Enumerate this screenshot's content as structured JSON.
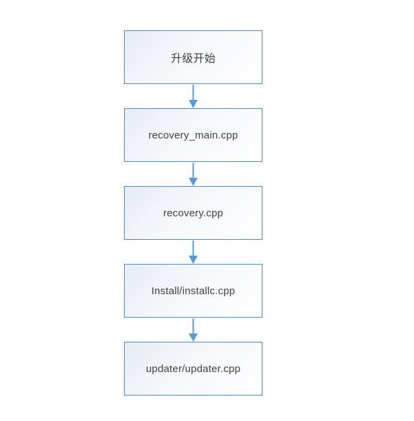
{
  "diagram": {
    "type": "flowchart",
    "direction": "top-down",
    "nodes": [
      {
        "label": "升级开始"
      },
      {
        "label": "recovery_main.cpp"
      },
      {
        "label": "recovery.cpp"
      },
      {
        "label": "Install/installc.cpp"
      },
      {
        "label": "updater/updater.cpp"
      }
    ],
    "connectors": [
      {
        "from": "升级开始",
        "to": "recovery_main.cpp"
      },
      {
        "from": "recovery_main.cpp",
        "to": "recovery.cpp"
      },
      {
        "from": "recovery.cpp",
        "to": "Install/installc.cpp"
      },
      {
        "from": "Install/installc.cpp",
        "to": "updater/updater.cpp"
      }
    ],
    "colors": {
      "box_border": "#4f87c6",
      "box_fill_start": "#e7ecf3",
      "box_fill_end": "#ffffff",
      "arrow": "#5b9bd5",
      "text": "#3f3f3f",
      "background": "#ffffff"
    }
  }
}
